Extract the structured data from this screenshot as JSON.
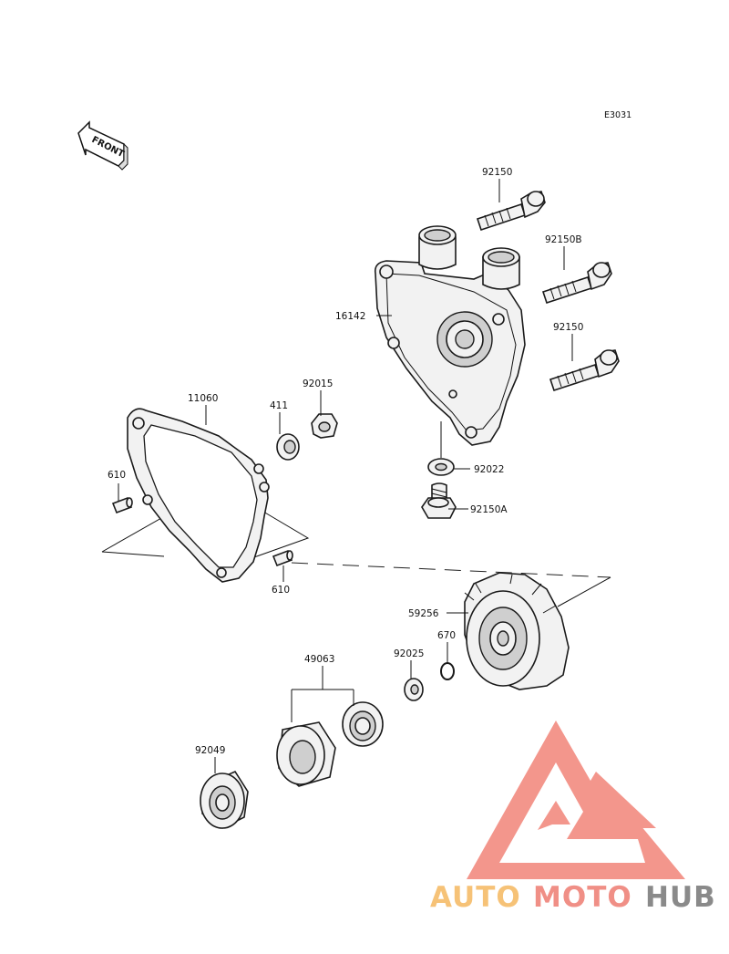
{
  "diagram": {
    "code": "E3031",
    "front_label": "FRONT"
  },
  "parts": [
    {
      "id": "p1",
      "number": "92150"
    },
    {
      "id": "p2",
      "number": "92150B"
    },
    {
      "id": "p3",
      "number": "16142"
    },
    {
      "id": "p4",
      "number": "92150"
    },
    {
      "id": "p5",
      "number": "11060"
    },
    {
      "id": "p6",
      "number": "411"
    },
    {
      "id": "p7",
      "number": "92015"
    },
    {
      "id": "p8",
      "number": "92022"
    },
    {
      "id": "p9",
      "number": "610"
    },
    {
      "id": "p10",
      "number": "92150A"
    },
    {
      "id": "p11",
      "number": "610"
    },
    {
      "id": "p12",
      "number": "59256"
    },
    {
      "id": "p13",
      "number": "670"
    },
    {
      "id": "p14",
      "number": "49063"
    },
    {
      "id": "p15",
      "number": "92025"
    },
    {
      "id": "p16",
      "number": "92049"
    }
  ],
  "watermark": {
    "part1": "AUTO",
    "part2": "MOTO",
    "part3": "HUB",
    "colors": {
      "auto": "#f6c277",
      "moto": "#f08f86",
      "hub": "#8a8a8a",
      "logo": "#f28b80"
    }
  }
}
